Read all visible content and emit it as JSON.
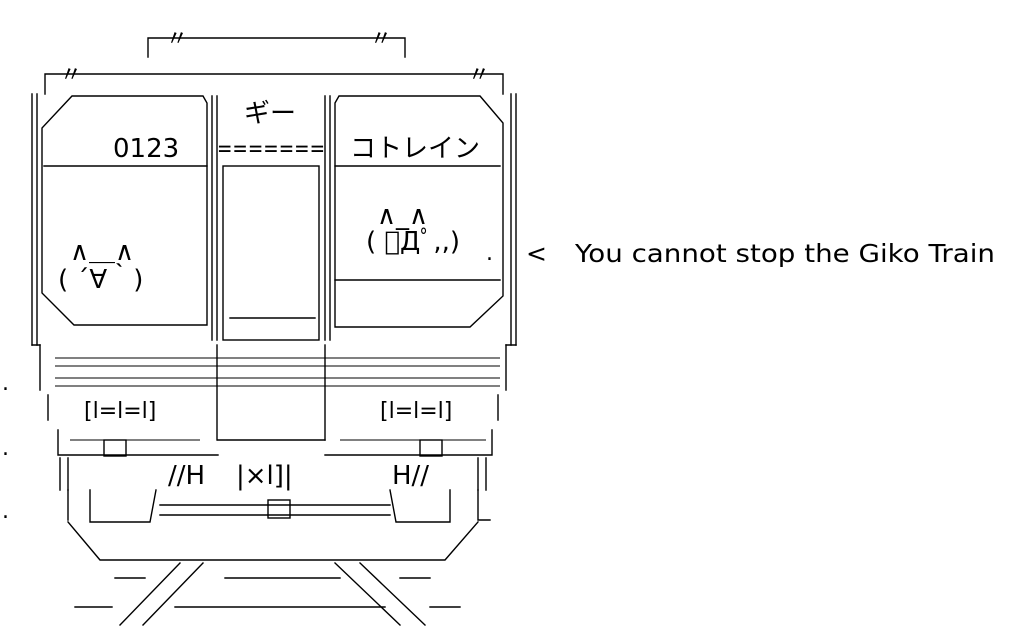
{
  "train": {
    "left_window_number": "0123",
    "top_center_sign": "ギー",
    "top_center_rule": "=======",
    "right_window_sign": "コトレイン",
    "right_face_line1": "∧_∧",
    "right_face_line2": "( ﾟДﾟ,,)",
    "left_face_line1": "∧＿∧",
    "left_face_line2": "( ´∀｀)",
    "left_plate": "[l=l=l]",
    "right_plate": "[l=l=l]",
    "lower_left_mark": "//H",
    "lower_center_mark": "|×l]|",
    "lower_right_mark": "H//"
  },
  "speech": {
    "pointer": "<",
    "text": "You cannot stop the Giko Train"
  },
  "side_dots": [
    ".",
    ".",
    "."
  ]
}
